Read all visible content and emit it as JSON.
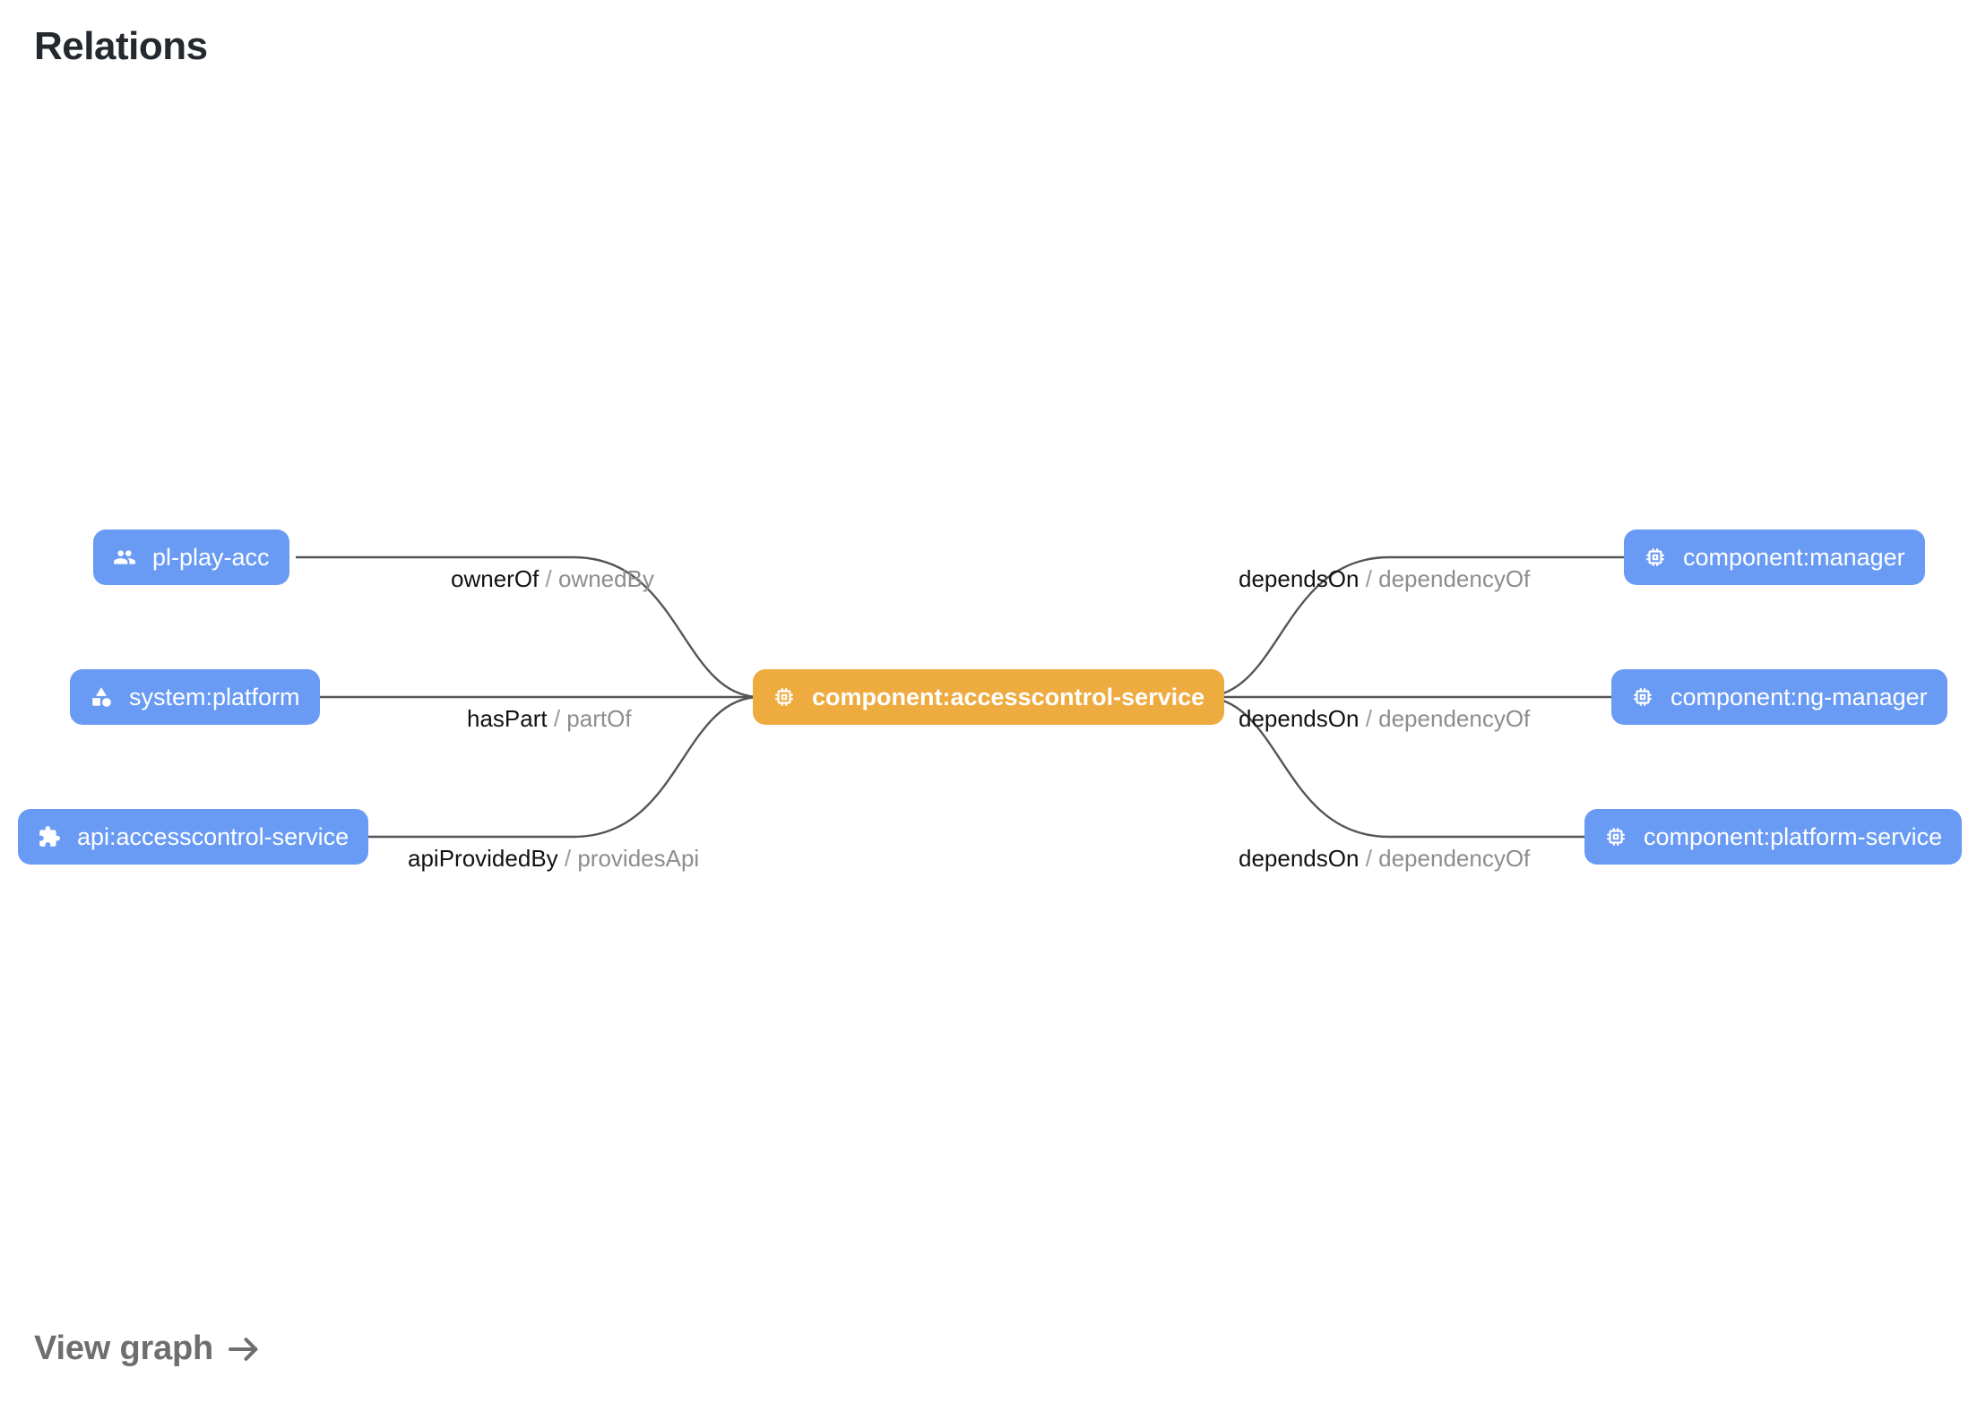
{
  "header": {
    "title": "Relations"
  },
  "graph": {
    "focus_color": "#eeab40",
    "node_color": "#6a9bf4",
    "edge_color": "#555555",
    "nodes": [
      {
        "id": "pl-play-acc",
        "label": "pl-play-acc",
        "icon": "group-icon",
        "kind": "group",
        "side": "left",
        "row": "top",
        "focus": false
      },
      {
        "id": "system-platform",
        "label": "system:platform",
        "icon": "category-icon",
        "kind": "system",
        "side": "left",
        "row": "middle",
        "focus": false
      },
      {
        "id": "api-accesscontrol-service",
        "label": "api:accesscontrol-service",
        "icon": "puzzle-icon",
        "kind": "api",
        "side": "left",
        "row": "bottom",
        "focus": false
      },
      {
        "id": "component-accesscontrol-service",
        "label": "component:accesscontrol-service",
        "icon": "chip-icon",
        "kind": "component",
        "side": "center",
        "row": "middle",
        "focus": true
      },
      {
        "id": "component-manager",
        "label": "component:manager",
        "icon": "chip-icon",
        "kind": "component",
        "side": "right",
        "row": "top",
        "focus": false
      },
      {
        "id": "component-ng-manager",
        "label": "component:ng-manager",
        "icon": "chip-icon",
        "kind": "component",
        "side": "right",
        "row": "middle",
        "focus": false
      },
      {
        "id": "component-platform-service",
        "label": "component:platform-service",
        "icon": "chip-icon",
        "kind": "component",
        "side": "right",
        "row": "bottom",
        "focus": false
      }
    ],
    "edges": [
      {
        "source": "pl-play-acc",
        "target": "component-accesscontrol-service",
        "forward": "ownerOf",
        "separator": "/",
        "reverse": "ownedBy"
      },
      {
        "source": "system-platform",
        "target": "component-accesscontrol-service",
        "forward": "hasPart",
        "separator": "/",
        "reverse": "partOf"
      },
      {
        "source": "api-accesscontrol-service",
        "target": "component-accesscontrol-service",
        "forward": "apiProvidedBy",
        "separator": "/",
        "reverse": "providesApi"
      },
      {
        "source": "component-accesscontrol-service",
        "target": "component-manager",
        "forward": "dependsOn",
        "separator": "/",
        "reverse": "dependencyOf"
      },
      {
        "source": "component-accesscontrol-service",
        "target": "component-ng-manager",
        "forward": "dependsOn",
        "separator": "/",
        "reverse": "dependencyOf"
      },
      {
        "source": "component-accesscontrol-service",
        "target": "component-platform-service",
        "forward": "dependsOn",
        "separator": "/",
        "reverse": "dependencyOf"
      }
    ]
  },
  "footer": {
    "view_graph_label": "View graph",
    "arrow_icon": "arrow-right-icon"
  }
}
